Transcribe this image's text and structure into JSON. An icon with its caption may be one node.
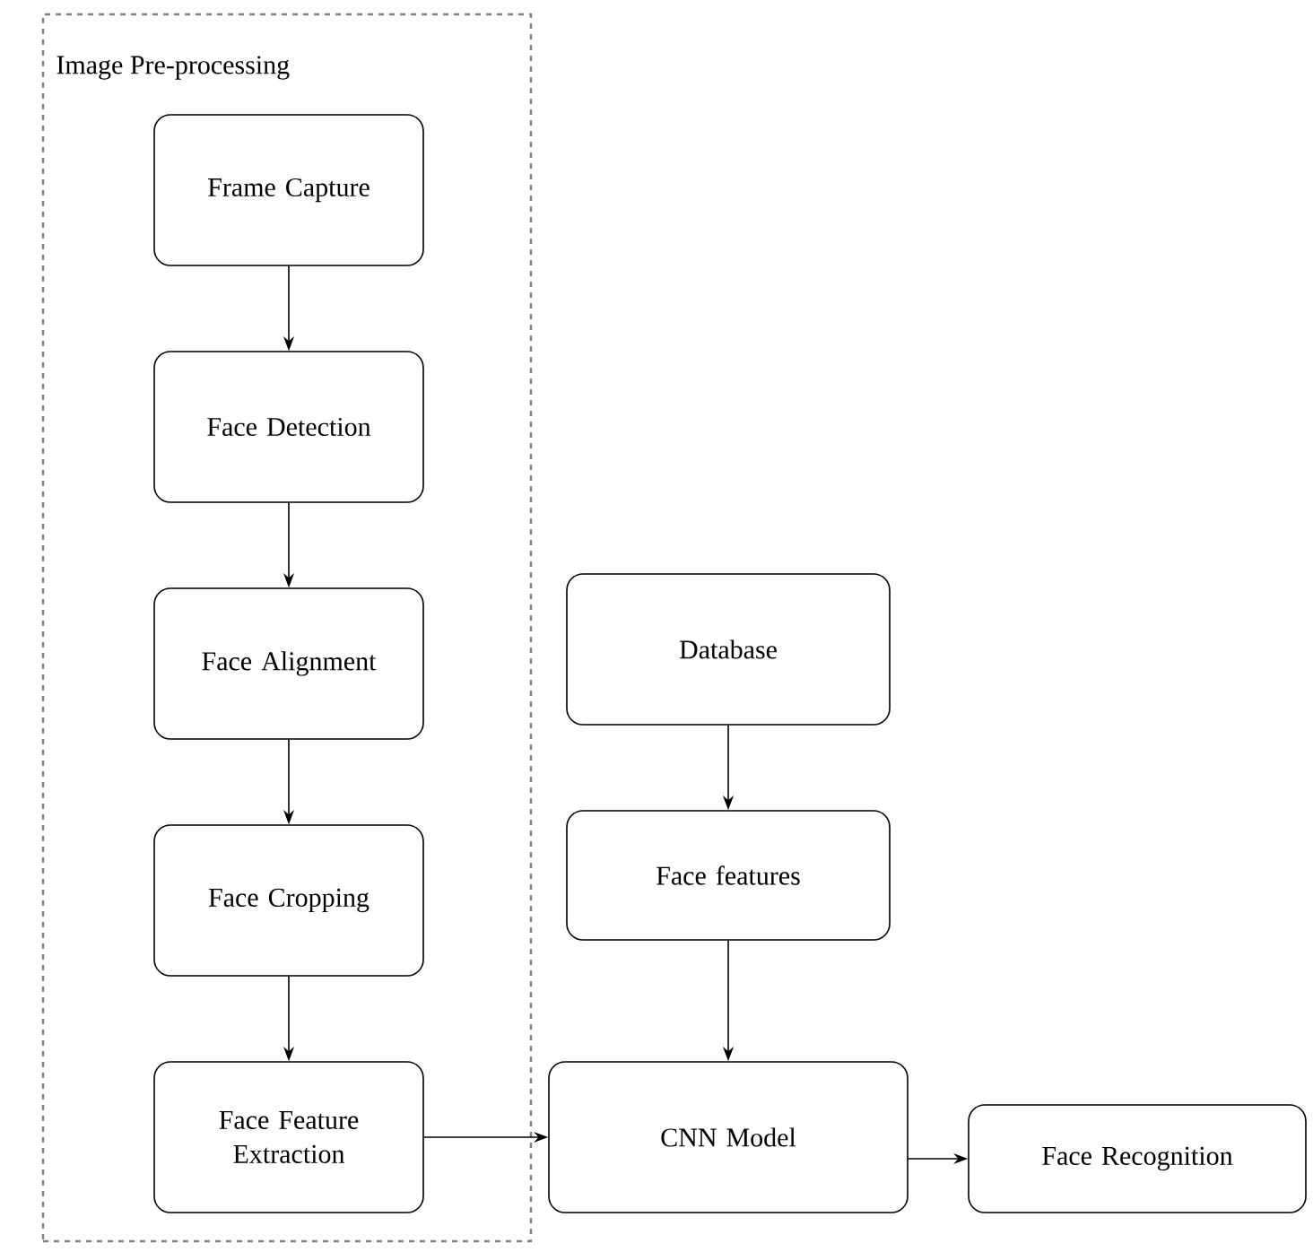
{
  "diagram": {
    "nodes": [
      {
        "text": [
          "Image Pre-processing"
        ]
      },
      {
        "text": [
          "Frame Capture"
        ],
        "in": 0
      },
      {
        "text": [
          "Face Detection"
        ],
        "in": 0
      },
      {
        "text": [
          "Face Alignment"
        ],
        "in": 0
      },
      {
        "text": [
          "Face Cropping"
        ],
        "in": 0
      },
      {
        "text": [
          "Face Feature Extraction"
        ],
        "in": 0
      },
      {
        "text": [
          "Database"
        ]
      },
      {
        "text": [
          "Face features"
        ]
      },
      {
        "text": [
          "CNN Model"
        ]
      },
      {
        "text": [
          "Face Recognition"
        ]
      }
    ],
    "edges": [
      {
        "from": 1,
        "to": 2,
        "arrow": "to"
      },
      {
        "from": 2,
        "to": 3,
        "arrow": "to"
      },
      {
        "from": 3,
        "to": 4,
        "arrow": "to"
      },
      {
        "from": 4,
        "to": 5,
        "arrow": "to"
      },
      {
        "from": 5,
        "to": 8,
        "arrow": "to"
      },
      {
        "from": 6,
        "to": 7,
        "arrow": "to"
      },
      {
        "from": 7,
        "to": 8,
        "arrow": "to"
      },
      {
        "from": 8,
        "to": 9,
        "arrow": "to"
      }
    ]
  }
}
